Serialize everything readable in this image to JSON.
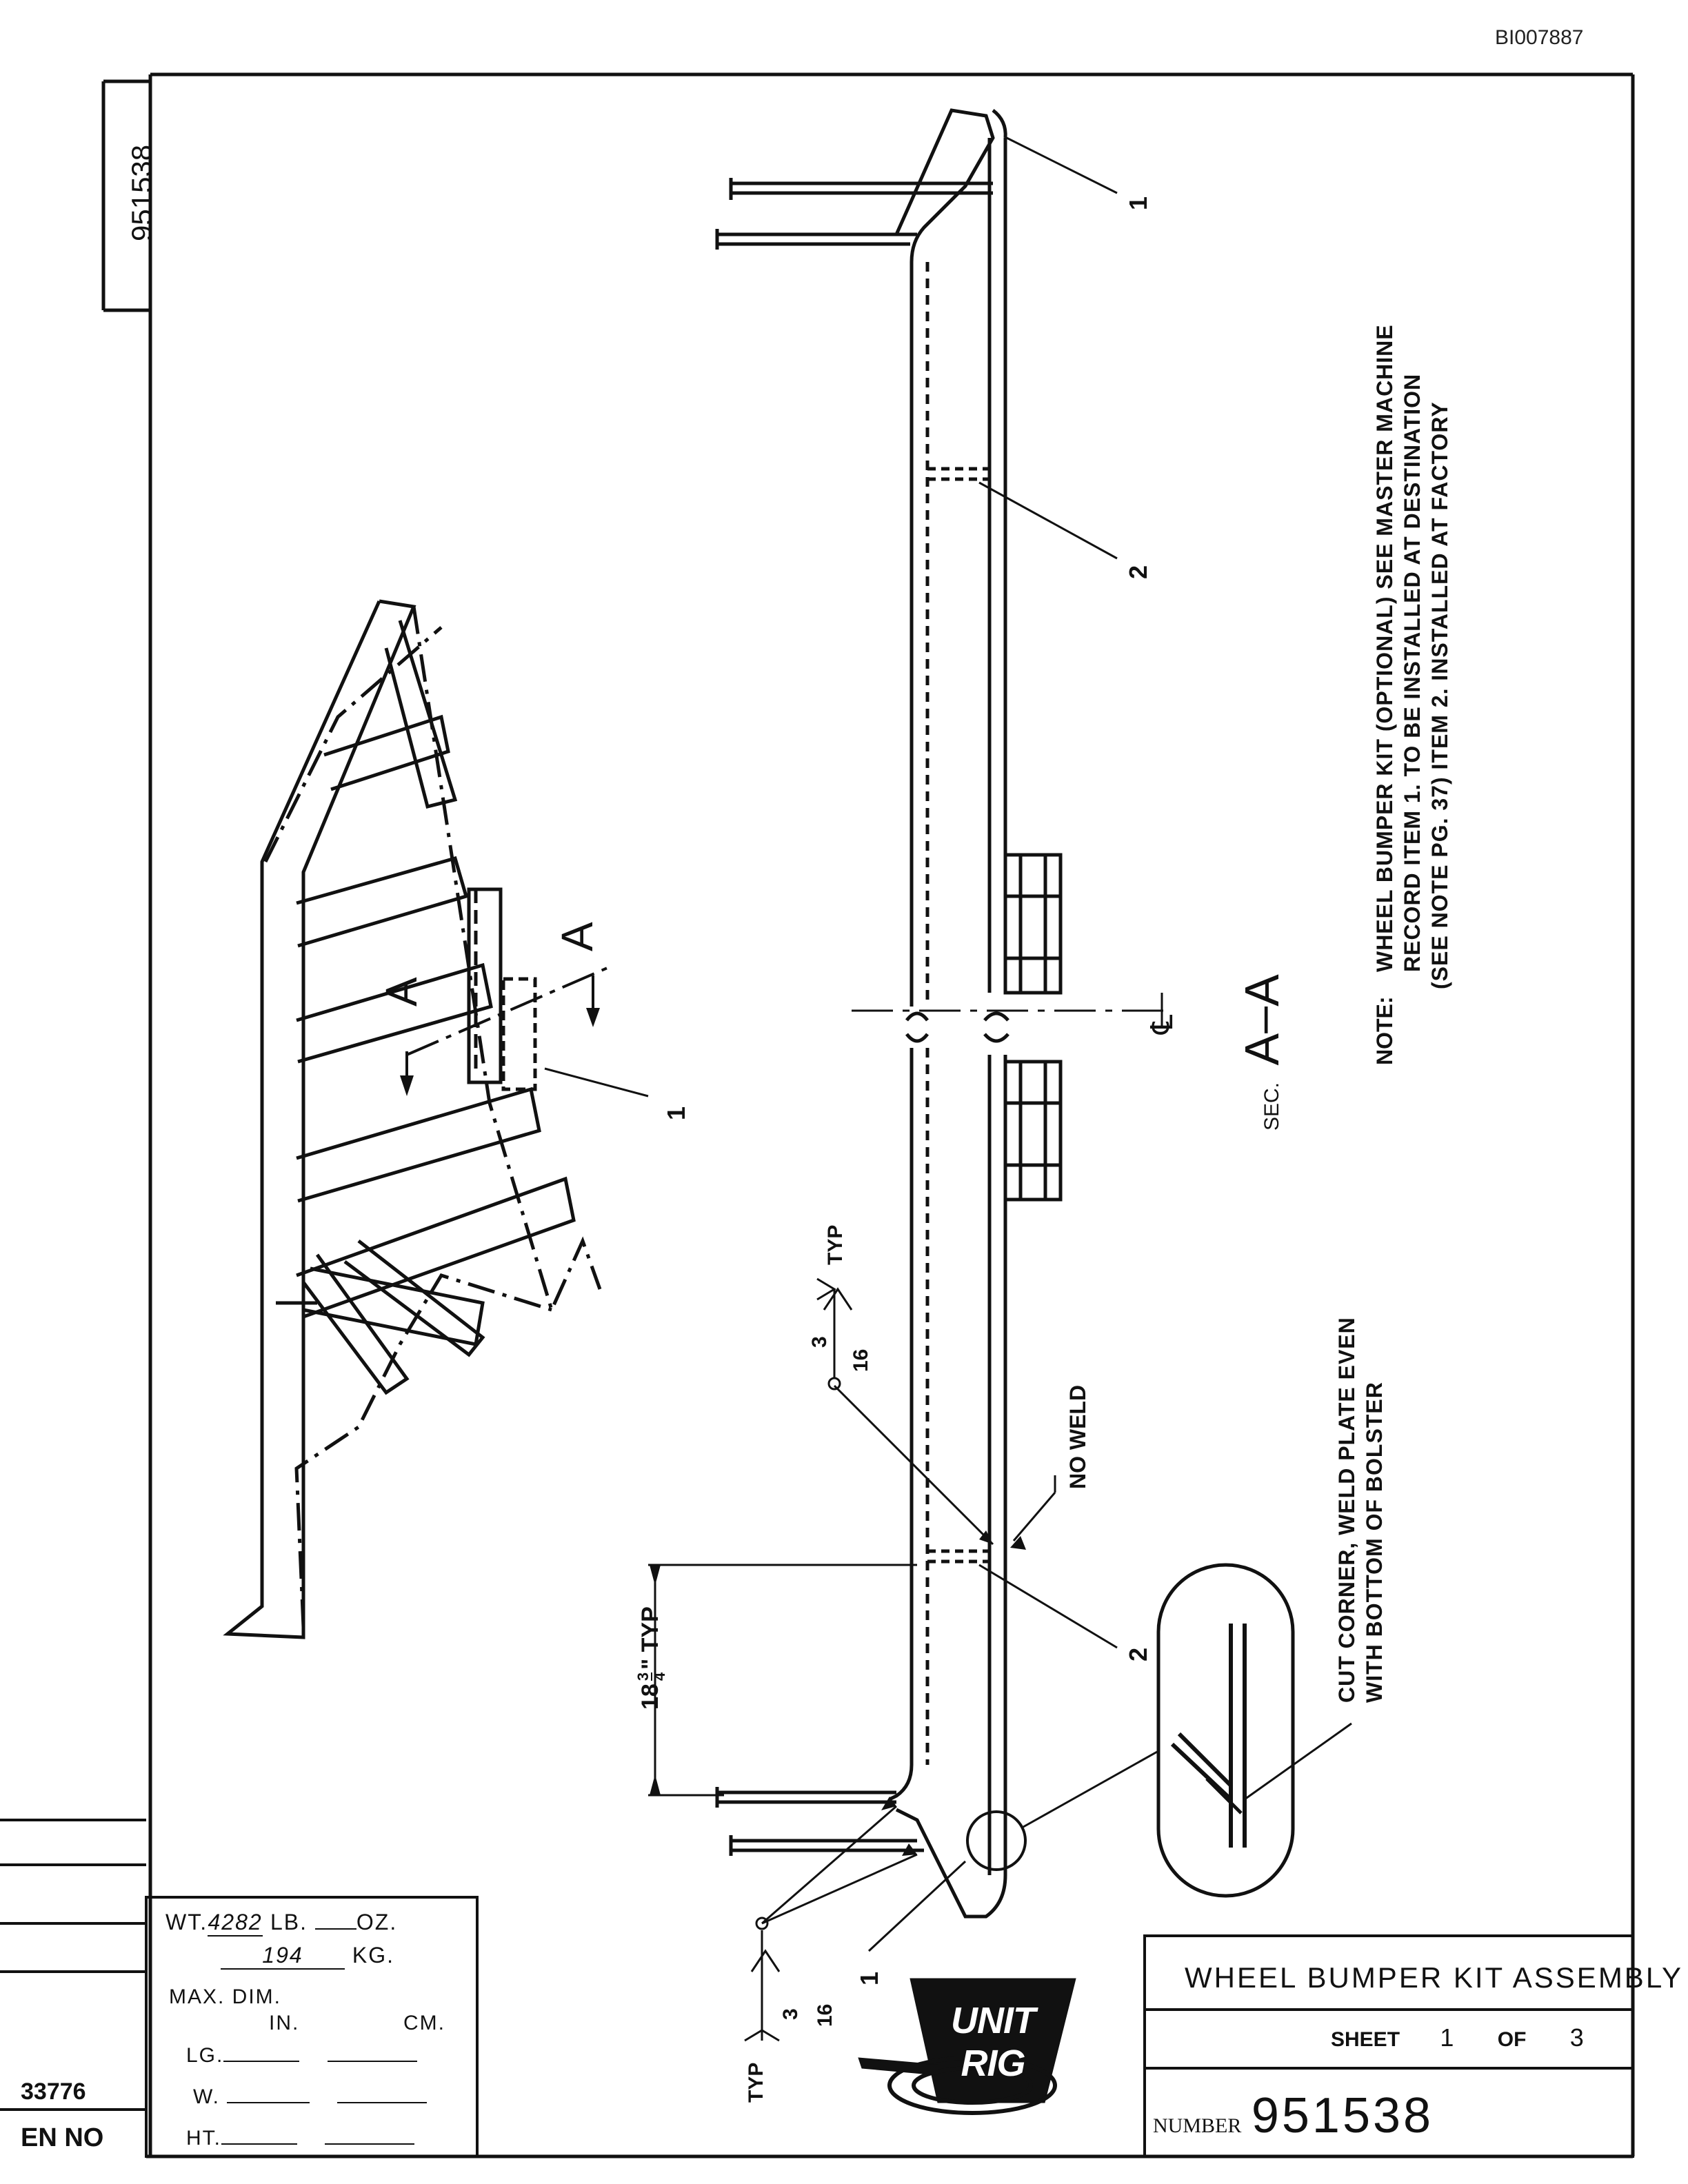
{
  "document_id": "BI007887",
  "side_tab_number": "951538",
  "title_block": {
    "title": "WHEEL BUMPER KIT ASSEMBLY",
    "sheet_label": "SHEET",
    "sheet_number": "1",
    "of_label": "OF",
    "sheet_total": "3",
    "number_label": "NUMBER",
    "number_value": "951538",
    "logo_text": "UNIT RIG"
  },
  "weight_block": {
    "wt_label": "WT.",
    "wt_lb_value": "4282",
    "lb_label": "LB.",
    "oz_label": "OZ.",
    "kg_value": "194",
    "kg_label": "KG.",
    "max_dim_label": "MAX. DIM.",
    "in_label": "IN.",
    "cm_label": "CM.",
    "lg_label": "LG.",
    "w_label": "W.",
    "ht_label": "HT."
  },
  "revision_block": {
    "change_number": "33776",
    "en_no_label": "EN NO"
  },
  "annotations": {
    "section_label_prefix": "SEC.",
    "section_label": "A–A",
    "section_cut_letter": "A",
    "item_1": "1",
    "item_2": "2",
    "centerline_symbol": "℄",
    "no_weld": "NO WELD",
    "typ": "TYP",
    "weld_size_num": "3",
    "weld_size_den": "16",
    "dimension_whole": "18",
    "dimension_frac_num": "3",
    "dimension_frac_den": "4",
    "dimension_suffix": "\" TYP",
    "cut_corner_line1": "CUT CORNER, WELD PLATE EVEN",
    "cut_corner_line2": "WITH BOTTOM OF BOLSTER"
  },
  "note": {
    "label": "NOTE:",
    "line1": "WHEEL BUMPER KIT (OPTIONAL)  SEE MASTER MACHINE",
    "line2": "RECORD ITEM 1. TO BE INSTALLED AT DESTINATION",
    "line3": "(SEE NOTE PG. 37) ITEM 2. INSTALLED AT FACTORY"
  }
}
